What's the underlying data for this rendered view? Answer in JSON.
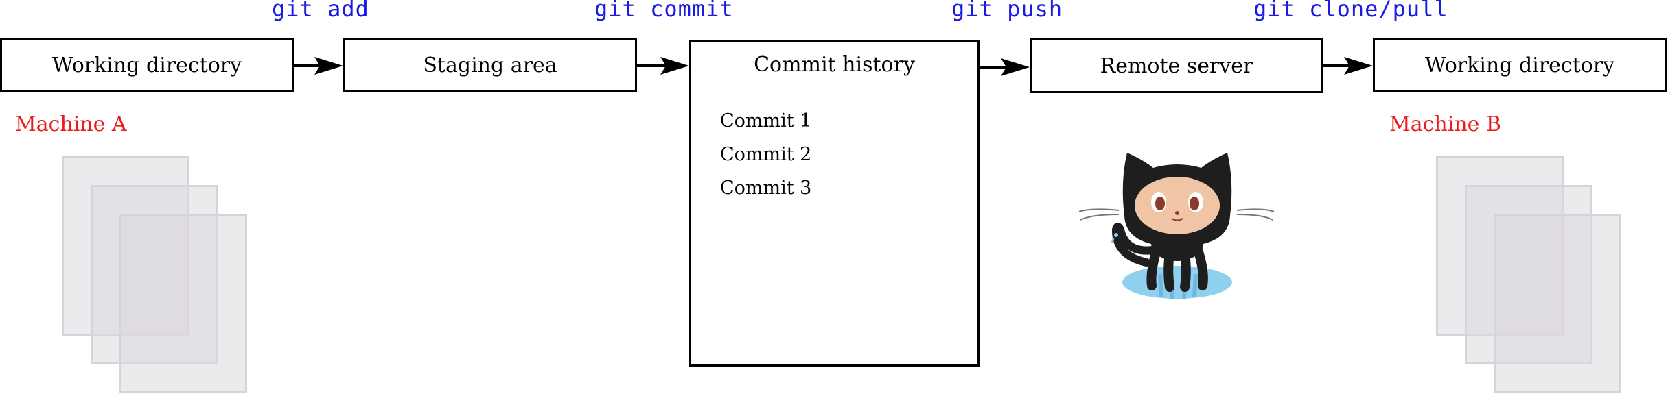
{
  "commands": {
    "add": "git add",
    "commit": "git commit",
    "push": "git push",
    "clone_pull": "git clone/pull"
  },
  "boxes": {
    "working_dir_a": "Working directory",
    "staging": "Staging area",
    "remote": "Remote server",
    "working_dir_b": "Working directory"
  },
  "history": {
    "title": "Commit history",
    "commits": [
      "Commit 1",
      "Commit 2",
      "Commit 3"
    ]
  },
  "machines": {
    "a": "Machine A",
    "b": "Machine B"
  },
  "icons": {
    "mascot": "octocat-icon",
    "documents": "document-stack-icon"
  },
  "colors": {
    "command": "#1a1ae6",
    "machine_label": "#e81c1c",
    "document": "#dcd8df"
  }
}
